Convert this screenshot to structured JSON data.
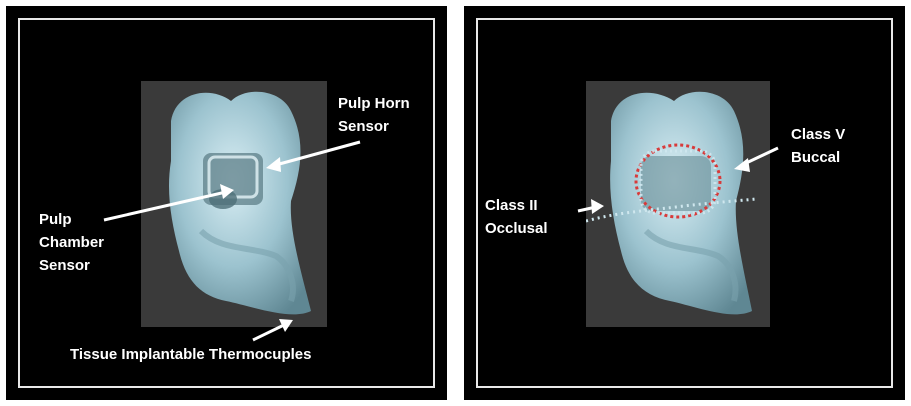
{
  "left_panel": {
    "labels": {
      "pulp_horn": [
        "Pulp Horn",
        "Sensor"
      ],
      "pulp_chamber": [
        "Pulp",
        "Chamber",
        "Sensor"
      ],
      "thermocouples": "Tissue Implantable Thermocuples"
    }
  },
  "right_panel": {
    "labels": {
      "class_v": [
        "Class V",
        "Buccal"
      ],
      "class_ii": [
        "Class II",
        "Occlusal"
      ]
    },
    "colors": {
      "class_v_outline": "#d83a3a",
      "class_ii_outline": "#cfe7ee"
    }
  },
  "colors": {
    "background": "#000000",
    "frame": "#e8e8e8",
    "tooth": "#b9d8e2",
    "text": "#ffffff"
  }
}
